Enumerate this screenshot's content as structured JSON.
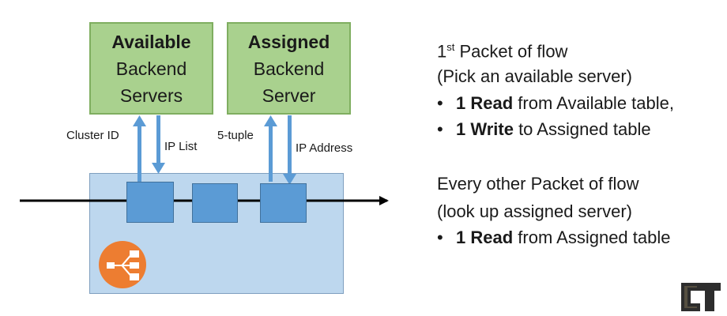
{
  "available_box": {
    "line1": "Available",
    "line2": "Backend",
    "line3": "Servers"
  },
  "assigned_box": {
    "line1": "Assigned",
    "line2": "Backend",
    "line3": "Server"
  },
  "labels": {
    "cluster_id": "Cluster ID",
    "ip_list": "IP List",
    "five_tuple": "5-tuple",
    "ip_address": "IP Address"
  },
  "text": {
    "first_packet_sup": "st",
    "first_packet_num": "1",
    "first_packet": " Packet of flow",
    "pick_server": "(Pick an available server)",
    "bullet1_bold": "1 Read",
    "bullet1_rest": " from Available table,",
    "bullet2_bold": "1 Write",
    "bullet2_rest": " to Assigned table",
    "every_other": "Every other Packet of flow",
    "look_up": "(look up assigned server)",
    "bullet3_bold": "1 Read",
    "bullet3_rest": " from Assigned table",
    "bullet_char": "•"
  },
  "colors": {
    "green_box": "#a9d18e",
    "switch_bg": "#bdd7ee",
    "lookup_block": "#5b9bd5",
    "arrow_blue": "#5b9bd5",
    "lb_icon": "#ed7d31",
    "logo": "#2d2d2d"
  },
  "icons": {
    "load_balancer": "load-balancer-icon",
    "logo": "cu-logo-icon"
  }
}
